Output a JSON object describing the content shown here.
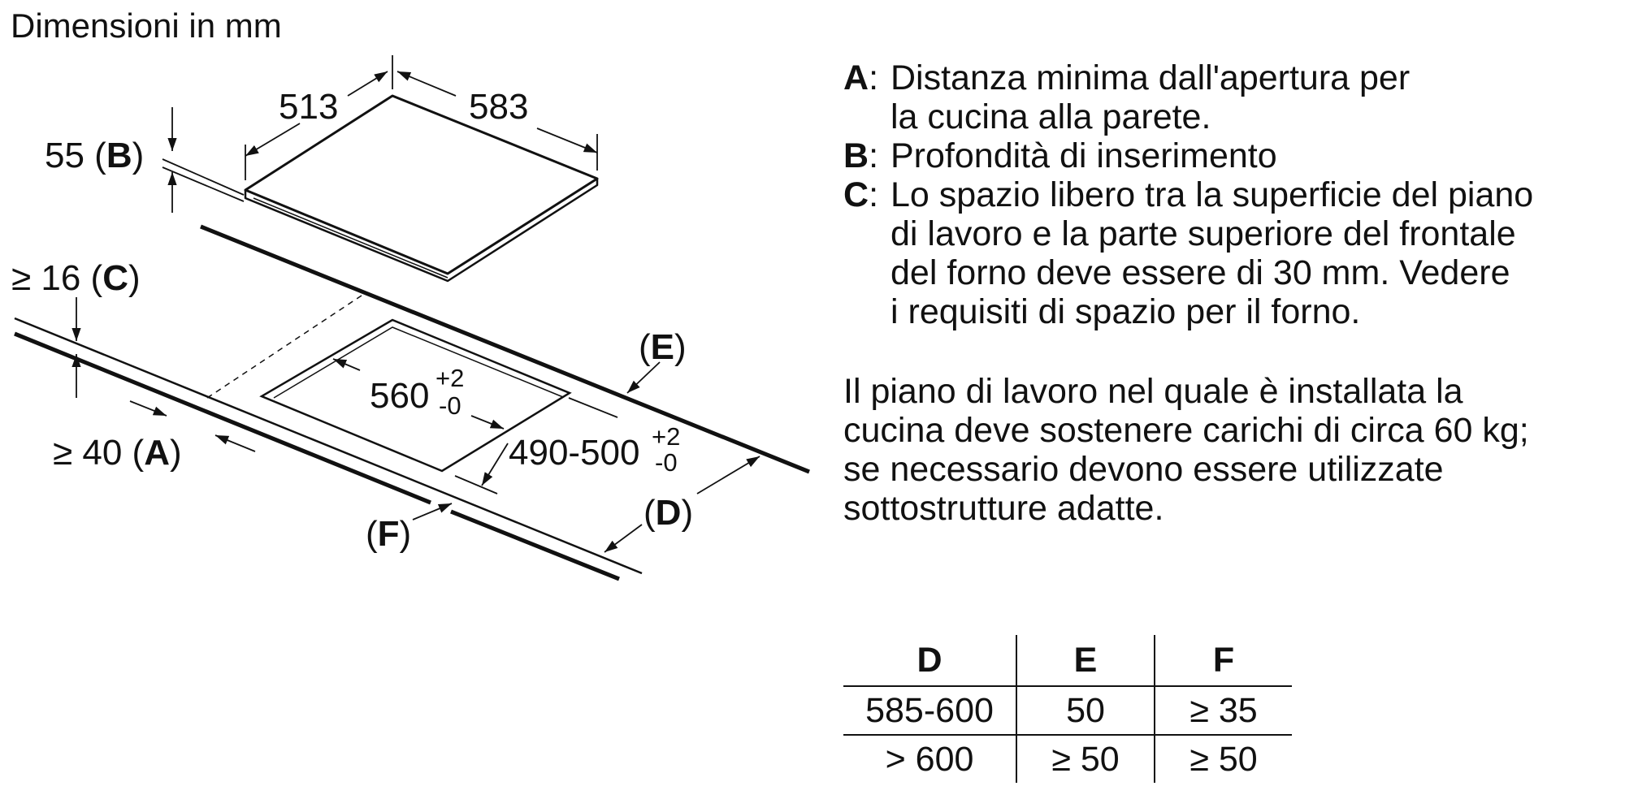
{
  "title": "Dimensioni in mm",
  "diagram": {
    "dim_513": "513",
    "dim_583": "583",
    "dim_55": "55 (",
    "key_b": "B",
    "close_b": ")",
    "dim_16": "≥ 16 (",
    "key_c": "C",
    "close_c": ")",
    "dim_40": "≥ 40 (",
    "key_a": "A",
    "close_a": ")",
    "dim_560": "560",
    "tol_560_plus": "+2",
    "tol_560_minus": "-0",
    "dim_490": "490-500",
    "tol_490_plus": "+2",
    "tol_490_minus": "-0",
    "label_e": "E",
    "label_d": "D",
    "label_f": "F",
    "paren_open": "(",
    "paren_close": ")"
  },
  "legend": [
    {
      "key": "A",
      "sep": ": ",
      "lines": [
        "Distanza minima dall'apertura per",
        "la cucina alla parete."
      ]
    },
    {
      "key": "B",
      "sep": ": ",
      "lines": [
        "Profondità di inserimento"
      ]
    },
    {
      "key": "C",
      "sep": ": ",
      "lines": [
        "Lo spazio libero tra la superficie del piano",
        "di lavoro e la parte superiore del frontale",
        "del forno deve essere di 30 mm. Vedere",
        "i requisiti di spazio per il forno."
      ]
    }
  ],
  "note_lines": [
    "Il piano di lavoro nel quale è installata la",
    "cucina deve sostenere carichi di circa 60 kg;",
    "se necessario devono essere utilizzate",
    "sottostrutture adatte."
  ],
  "table": {
    "headers": [
      "D",
      "E",
      "F"
    ],
    "rows": [
      [
        "585-600",
        "50",
        "≥ 35"
      ],
      [
        "> 600",
        "≥ 50",
        "≥ 50"
      ]
    ]
  }
}
